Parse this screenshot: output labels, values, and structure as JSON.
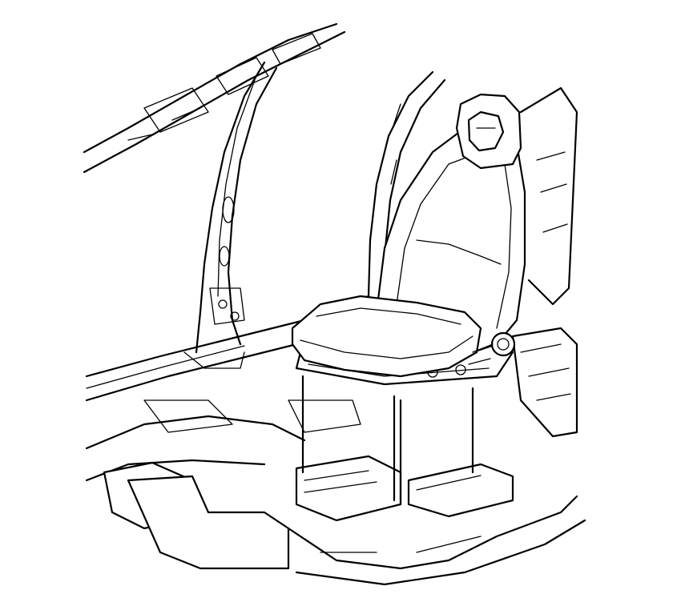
{
  "figure": {
    "kind": "line-art-illustration",
    "colors": {
      "stroke": "#000000",
      "background": "#ffffff"
    },
    "parts": [
      "windshield-frame",
      "a-pillar",
      "door-sill",
      "floor-pan",
      "seat-riser",
      "seat-track",
      "seat-cushion",
      "seat-back",
      "headrest",
      "recliner-knob",
      "center-console"
    ],
    "mounting_studs": 4
  }
}
